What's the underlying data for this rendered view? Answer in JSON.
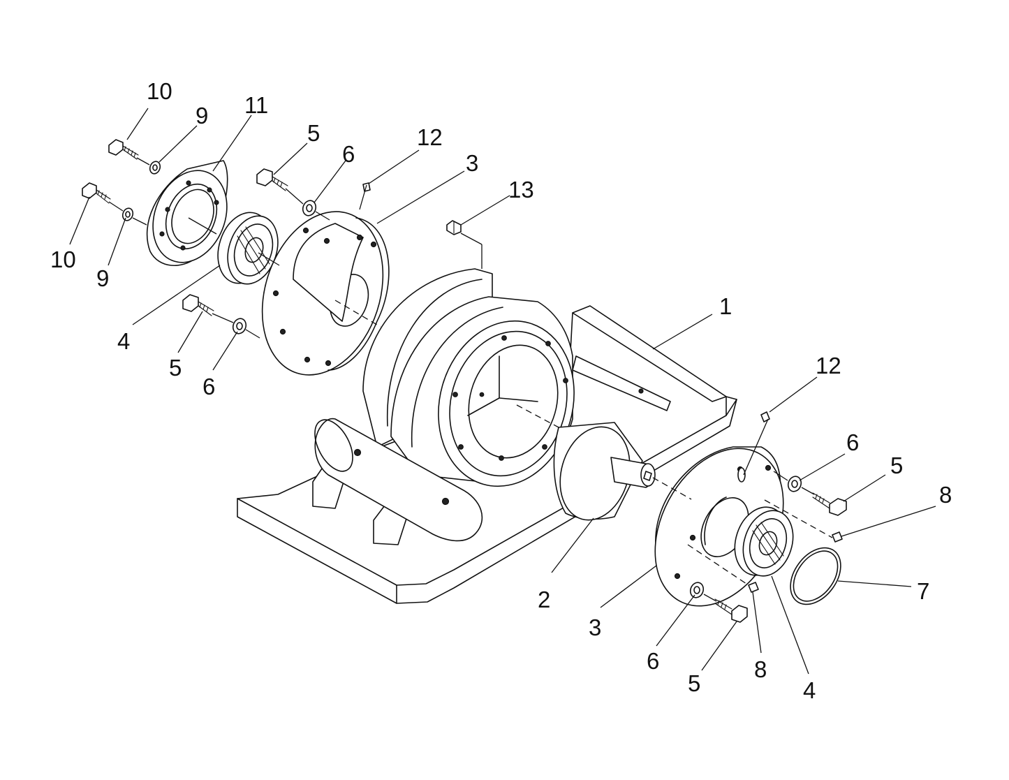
{
  "callouts": [
    {
      "id": "c10a",
      "text": "10"
    },
    {
      "id": "c9a",
      "text": "9"
    },
    {
      "id": "c11",
      "text": "11"
    },
    {
      "id": "c5a",
      "text": "5"
    },
    {
      "id": "c6a",
      "text": "6"
    },
    {
      "id": "c12a",
      "text": "12"
    },
    {
      "id": "c3a",
      "text": "3"
    },
    {
      "id": "c13",
      "text": "13"
    },
    {
      "id": "c10b",
      "text": "10"
    },
    {
      "id": "c9b",
      "text": "9"
    },
    {
      "id": "c4a",
      "text": "4"
    },
    {
      "id": "c5b",
      "text": "5"
    },
    {
      "id": "c6b",
      "text": "6"
    },
    {
      "id": "c1",
      "text": "1"
    },
    {
      "id": "c12b",
      "text": "12"
    },
    {
      "id": "c6c",
      "text": "6"
    },
    {
      "id": "c5c",
      "text": "5"
    },
    {
      "id": "c8a",
      "text": "8"
    },
    {
      "id": "c7",
      "text": "7"
    },
    {
      "id": "c2",
      "text": "2"
    },
    {
      "id": "c3b",
      "text": "3"
    },
    {
      "id": "c6d",
      "text": "6"
    },
    {
      "id": "c5d",
      "text": "5"
    },
    {
      "id": "c8b",
      "text": "8"
    },
    {
      "id": "c4b",
      "text": "4"
    }
  ]
}
